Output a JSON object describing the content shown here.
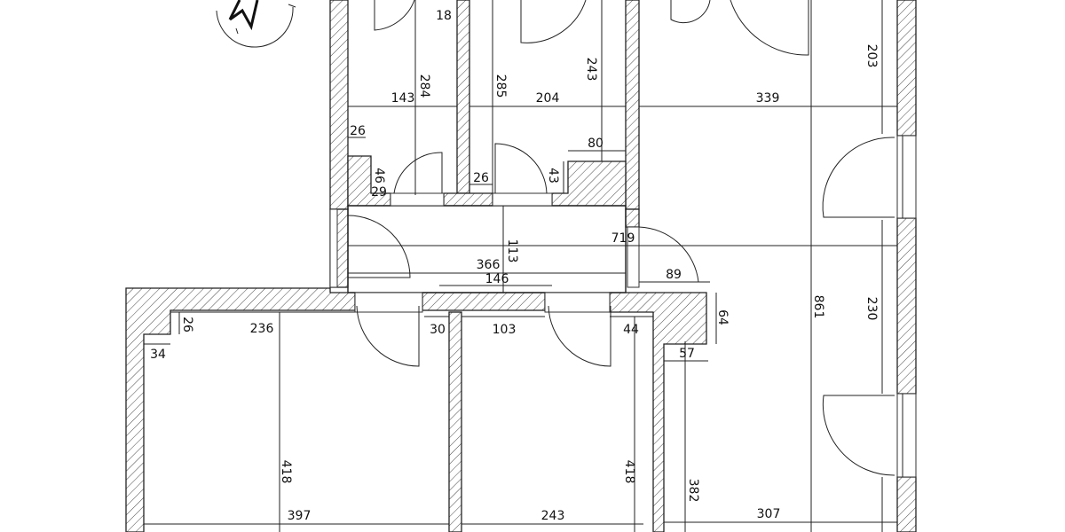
{
  "drawing": {
    "type": "architectural-floor-plan",
    "units": "cm",
    "colors": {
      "line": "#222222",
      "background": "#ffffff",
      "hatch": "#333333"
    }
  },
  "north_arrow": {
    "icon": "north-arrow-icon"
  },
  "dimensions": {
    "d18": "18",
    "d143": "143",
    "d284": "284",
    "d285": "285",
    "d204": "204",
    "d243_top": "243",
    "d339": "339",
    "d203": "203",
    "d26_a": "26",
    "d80": "80",
    "d46": "46",
    "d29": "29",
    "d26_b": "26",
    "d43": "43",
    "d719": "719",
    "d113": "113",
    "d366": "366",
    "d146": "146",
    "d89": "89",
    "d64": "64",
    "d861": "861",
    "d230": "230",
    "d26_c": "26",
    "d236": "236",
    "d34": "34",
    "d30": "30",
    "d103": "103",
    "d44": "44",
    "d57": "57",
    "d418_a": "418",
    "d418_b": "418",
    "d382": "382",
    "d397": "397",
    "d243_bottom": "243",
    "d307": "307"
  }
}
